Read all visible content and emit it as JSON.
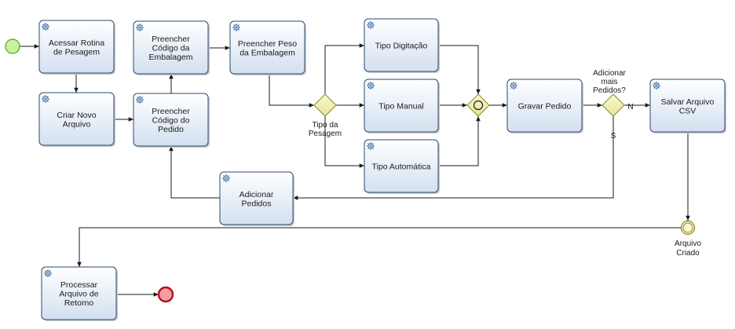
{
  "tasks": {
    "acessar": "Acessar Rotina\nde Pesagem",
    "criar": "Criar Novo\nArquivo",
    "cod_emb": "Preencher\nCódigo da\nEmbalagem",
    "cod_ped": "Preencher\nCódigo do\nPedido",
    "peso_emb": "Preencher Peso\nda Embalagem",
    "digitacao": "Tipo Digitação",
    "manual": "Tipo Manual",
    "automatica": "Tipo Automática",
    "gravar": "Gravar Pedido",
    "salvar": "Salvar Arquivo\nCSV",
    "adicionar": "Adicionar\nPedidos",
    "processar": "Processar\nArquivo de\nRetorno"
  },
  "gateways": {
    "tipo_pesagem": "Tipo da\nPesagem",
    "adicionar_mais": "Adicionar\nmais\nPedidos?"
  },
  "events": {
    "arquivo_criado": "Arquivo\nCriado"
  },
  "flow_labels": {
    "no": "N",
    "yes": "S"
  },
  "colors": {
    "start": "#8ee04a",
    "end": "#e0333f",
    "intermediate": "#c9bd3a",
    "gateway": "#e8e39a",
    "task_fill_top": "#ffffff",
    "task_fill_bottom": "#d3e0f0"
  },
  "icons": {
    "task": "gear-icon",
    "gateway_exclusive": "diamond-empty",
    "gateway_parallel": "diamond-circle"
  }
}
